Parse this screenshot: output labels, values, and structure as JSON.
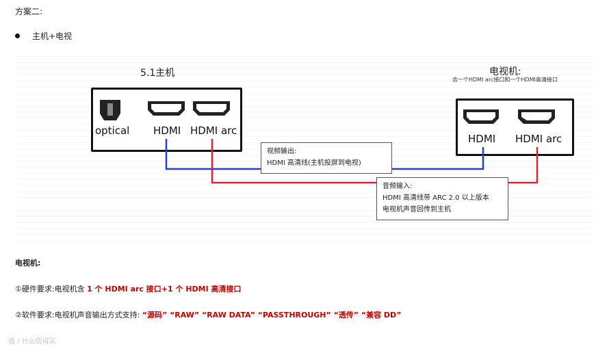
{
  "plan_heading": "方案二:",
  "bullet_text": "主机+电视",
  "host": {
    "title": "5.1主机",
    "ports": [
      "optical",
      "HDMI",
      "HDMI arc"
    ]
  },
  "tv": {
    "title": "电视机:",
    "subtitle": "含一个HDMI arc接口和一个HDMI高清接口",
    "ports": [
      "HDMI",
      "HDMI arc"
    ]
  },
  "video_callout": {
    "title": "视频输出:",
    "line1": "HDMI 高清线(主机投屏到电视)"
  },
  "audio_callout": {
    "title": "音频输入:",
    "line1": "HDMI 高清线带 ARC 2.0 以上版本",
    "line2": "电视机声音回传到主机"
  },
  "colors": {
    "video_line": "#1f3fd1",
    "audio_line": "#d8213a",
    "highlight": "#c00000"
  },
  "tv_section_title": "电视机:",
  "hardware_req": {
    "prefix": "①硬件要求:电视机含 ",
    "highlight": "1 个 HDMI arc 接口+1 个 HDMI 高清接口"
  },
  "software_req": {
    "prefix": "②软件要求:电视机声音输出方式支持: ",
    "highlight": "“源码” “RAW” “RAW DATA” “PASSTHROUGH” “透传” “兼容 DD”"
  },
  "watermark": "值 / 什么值得买"
}
